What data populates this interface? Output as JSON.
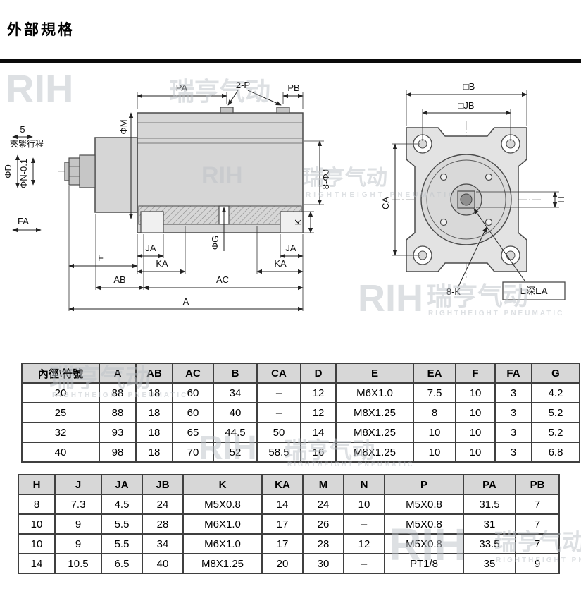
{
  "page": {
    "title": "外部規格"
  },
  "watermark": {
    "brand": "RIH",
    "brand_cn": "瑞亨气动",
    "tagline": "RIGHTHEIGHT PNEUMATIC"
  },
  "drawing": {
    "side_view": {
      "pa": "PA",
      "two_p": "2-P",
      "pb": "PB",
      "phi_m": "ΦM",
      "stroke_val": "5",
      "clamp_stroke": "夾緊行程",
      "phi_d": "ΦD",
      "phi_n": "ΦN-0.1",
      "fa": "FA",
      "f": "F",
      "ja": "JA",
      "ka": "KA",
      "phi_g": "ΦG",
      "ab": "AB",
      "ac": "AC",
      "a": "A",
      "k": "K",
      "eight_phi_j": "8-ΦJ"
    },
    "front_view": {
      "b": "□B",
      "jb": "□JB",
      "ca": "CA",
      "h": "H",
      "eight_k": "8-K",
      "e_depth": "E深EA"
    }
  },
  "table1": {
    "headers": [
      "內徑\\符號",
      "A",
      "AB",
      "AC",
      "B",
      "CA",
      "D",
      "E",
      "EA",
      "F",
      "FA",
      "G"
    ],
    "rows": [
      [
        "20",
        "88",
        "18",
        "60",
        "34",
        "–",
        "12",
        "M6X1.0",
        "7.5",
        "10",
        "3",
        "4.2"
      ],
      [
        "25",
        "88",
        "18",
        "60",
        "40",
        "–",
        "12",
        "M8X1.25",
        "8",
        "10",
        "3",
        "5.2"
      ],
      [
        "32",
        "93",
        "18",
        "65",
        "44.5",
        "50",
        "14",
        "M8X1.25",
        "10",
        "10",
        "3",
        "5.2"
      ],
      [
        "40",
        "98",
        "18",
        "70",
        "52",
        "58.5",
        "16",
        "M8X1.25",
        "10",
        "10",
        "3",
        "6.8"
      ]
    ]
  },
  "table2": {
    "headers": [
      "H",
      "J",
      "JA",
      "JB",
      "K",
      "KA",
      "M",
      "N",
      "P",
      "PA",
      "PB"
    ],
    "rows": [
      [
        "8",
        "7.3",
        "4.5",
        "24",
        "M5X0.8",
        "14",
        "24",
        "10",
        "M5X0.8",
        "31.5",
        "7"
      ],
      [
        "10",
        "9",
        "5.5",
        "28",
        "M6X1.0",
        "17",
        "26",
        "–",
        "M5X0.8",
        "31",
        "7"
      ],
      [
        "10",
        "9",
        "5.5",
        "34",
        "M6X1.0",
        "17",
        "28",
        "12",
        "M5X0.8",
        "33.5",
        "7"
      ],
      [
        "14",
        "10.5",
        "6.5",
        "40",
        "M8X1.25",
        "20",
        "30",
        "–",
        "PT1/8",
        "35",
        "9"
      ]
    ]
  }
}
